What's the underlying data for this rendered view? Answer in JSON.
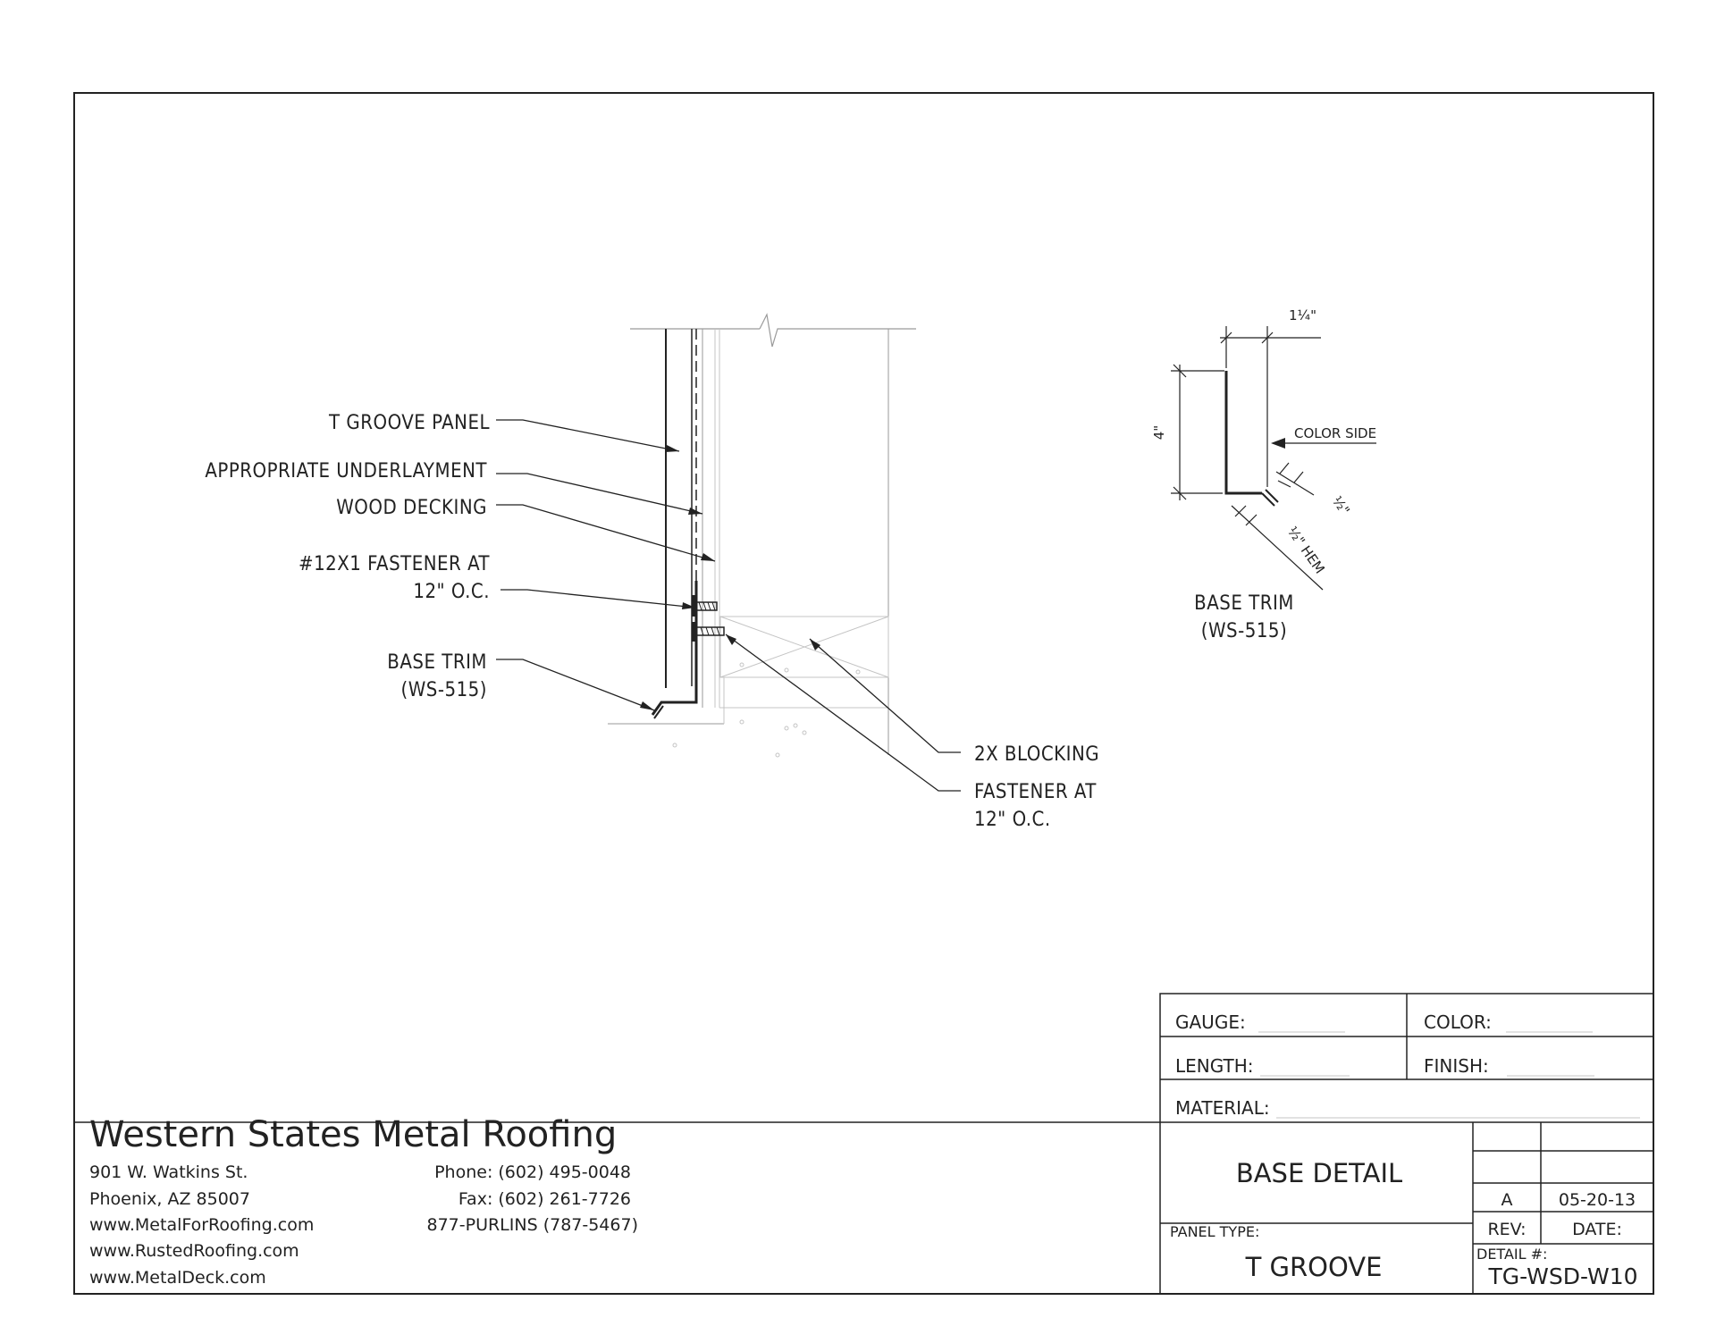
{
  "drawing": {
    "labels": {
      "t_groove_panel": "T GROOVE PANEL",
      "underlayment": "APPROPRIATE UNDERLAYMENT",
      "wood_decking": "WOOD DECKING",
      "fastener_line1": "#12X1 FASTENER AT",
      "fastener_line2": "12\" O.C.",
      "base_trim_line1": "BASE TRIM",
      "base_trim_line2": "(WS-515)",
      "blocking": "2X BLOCKING",
      "fastener2_line1": "FASTENER AT",
      "fastener2_line2": "12\" O.C."
    }
  },
  "trim_detail": {
    "dim_top": "1¼\"",
    "dim_height": "4\"",
    "color_side": "COLOR SIDE",
    "dim_half": "½\"",
    "dim_hem": "½\" HEM",
    "title_line1": "BASE TRIM",
    "title_line2": "(WS-515)"
  },
  "title_block": {
    "gauge_label": "GAUGE:",
    "color_label": "COLOR:",
    "length_label": "LENGTH:",
    "finish_label": "FINISH:",
    "material_label": "MATERIAL:",
    "company": "Western States Metal Roofing",
    "address1": "901 W. Watkins St.",
    "address2": "Phoenix, AZ 85007",
    "web1": "www.MetalForRoofing.com",
    "web2": "www.RustedRoofing.com",
    "web3": "www.MetalDeck.com",
    "phone": "Phone: (602) 495-0048",
    "fax": "Fax: (602) 261-7726",
    "tollfree": "877-PURLINS (787-5467)",
    "detail_title": "BASE DETAIL",
    "panel_type_label": "PANEL TYPE:",
    "panel_type": "T GROOVE",
    "rev_value": "A",
    "date_value": "05-20-13",
    "rev_label": "REV:",
    "date_label": "DATE:",
    "detail_num_label": "DETAIL #:",
    "detail_num": "TG-WSD-W10"
  }
}
